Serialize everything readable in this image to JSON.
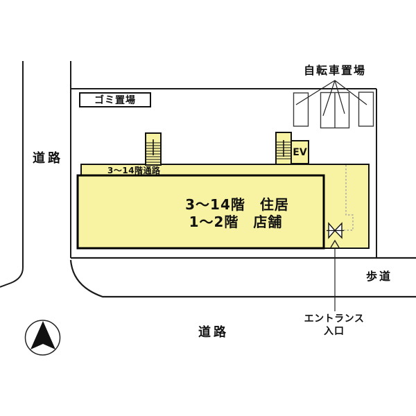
{
  "plan": {
    "title_context": "building site plan",
    "labels": {
      "garbage_area": "ゴミ置場",
      "bicycle_parking": "自転車置場",
      "road_left": "道路",
      "road_bottom": "道路",
      "sidewalk": "歩道",
      "corridor": "3〜14階通路",
      "elevator": "EV",
      "building_line1": "3〜14階　住居",
      "building_line2": "1〜2階　店舗",
      "entrance_line1": "エントランス",
      "entrance_line2": "入口"
    },
    "colors": {
      "building_fill": "#f8f3a2",
      "line": "#1a1a1a",
      "background": "#ffffff"
    },
    "icons": [
      "north-compass-icon",
      "stairwell-west-icon",
      "stairwell-east-icon",
      "entrance-door-icon",
      "entrance-arrow-icon"
    ]
  }
}
